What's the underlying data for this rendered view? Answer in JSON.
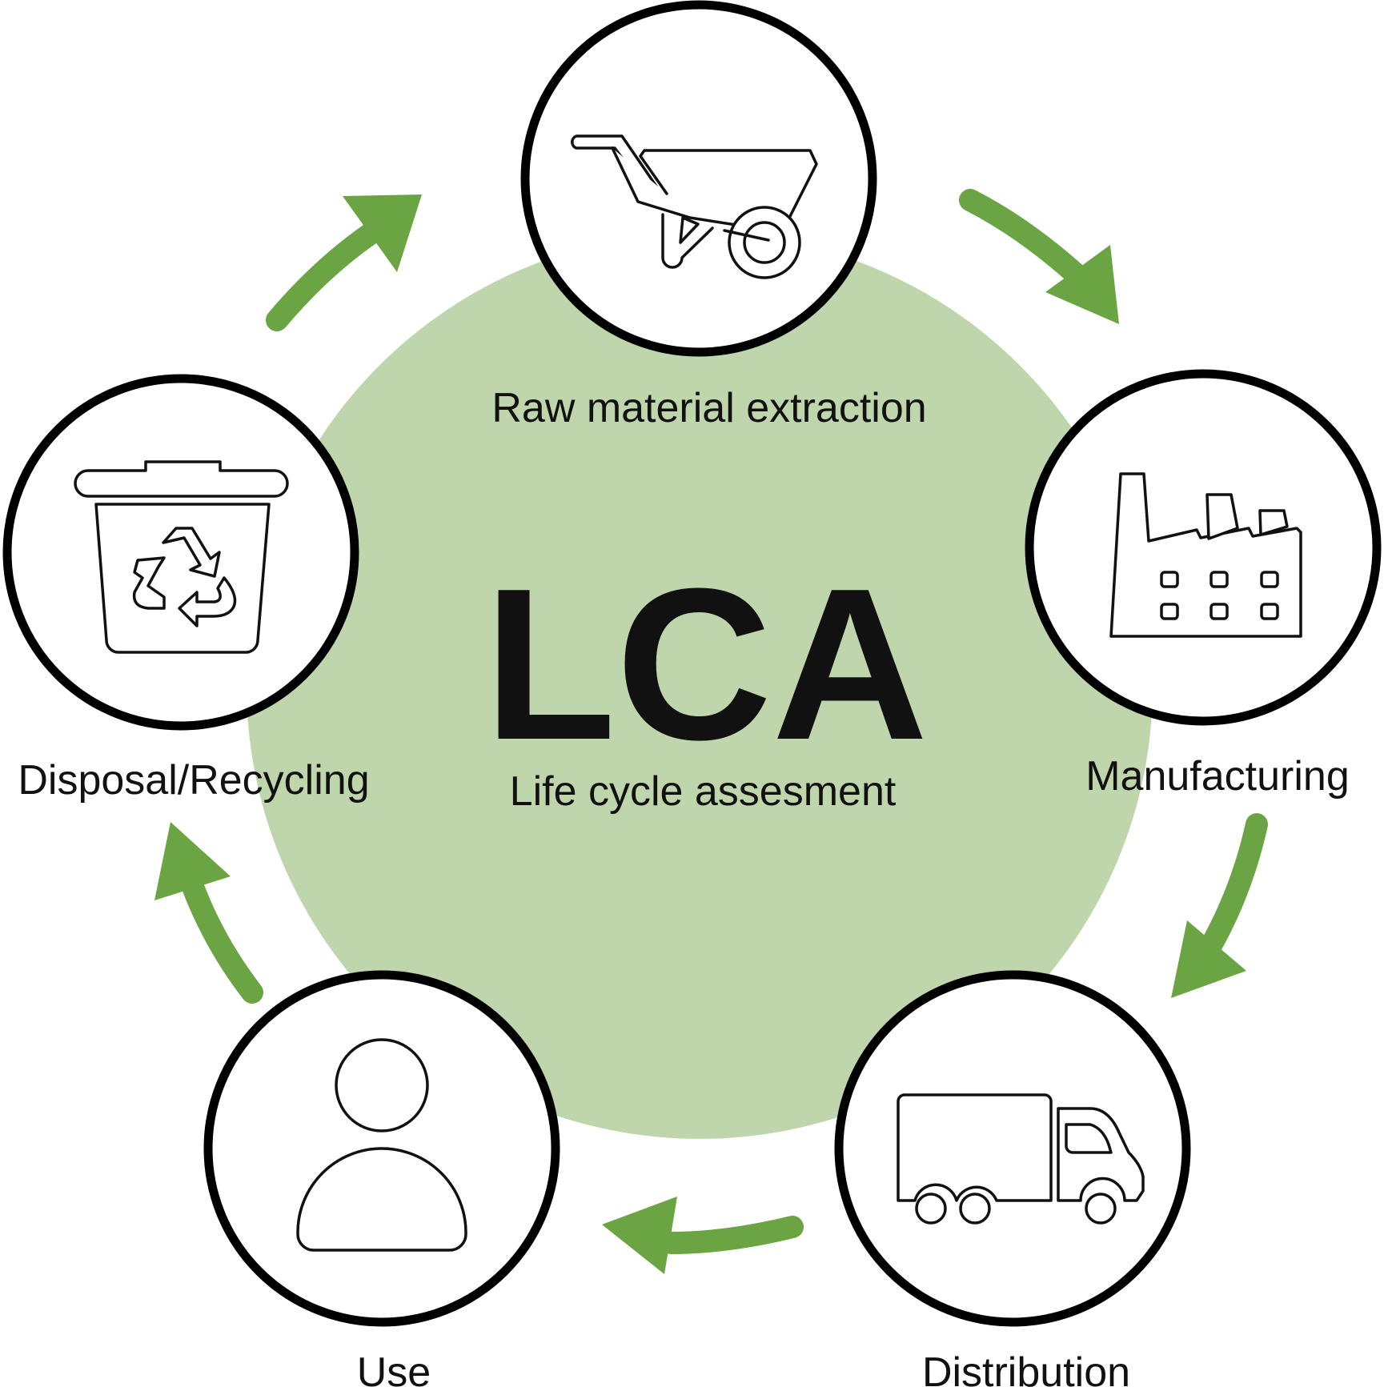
{
  "center": {
    "title": "LCA",
    "subtitle": "Life cycle assesment"
  },
  "stages": [
    {
      "label": "Raw material extraction",
      "icon": "wheelbarrow-icon"
    },
    {
      "label": "Manufacturing",
      "icon": "factory-icon"
    },
    {
      "label": "Distribution",
      "icon": "truck-icon"
    },
    {
      "label": "Use",
      "icon": "person-icon"
    },
    {
      "label": "Disposal/Recycling",
      "icon": "recycle-bin-icon"
    }
  ],
  "colors": {
    "center_circle": "#bfd6ad",
    "arrows": "#6aa443",
    "outline": "#000000",
    "background": "#ffffff"
  }
}
